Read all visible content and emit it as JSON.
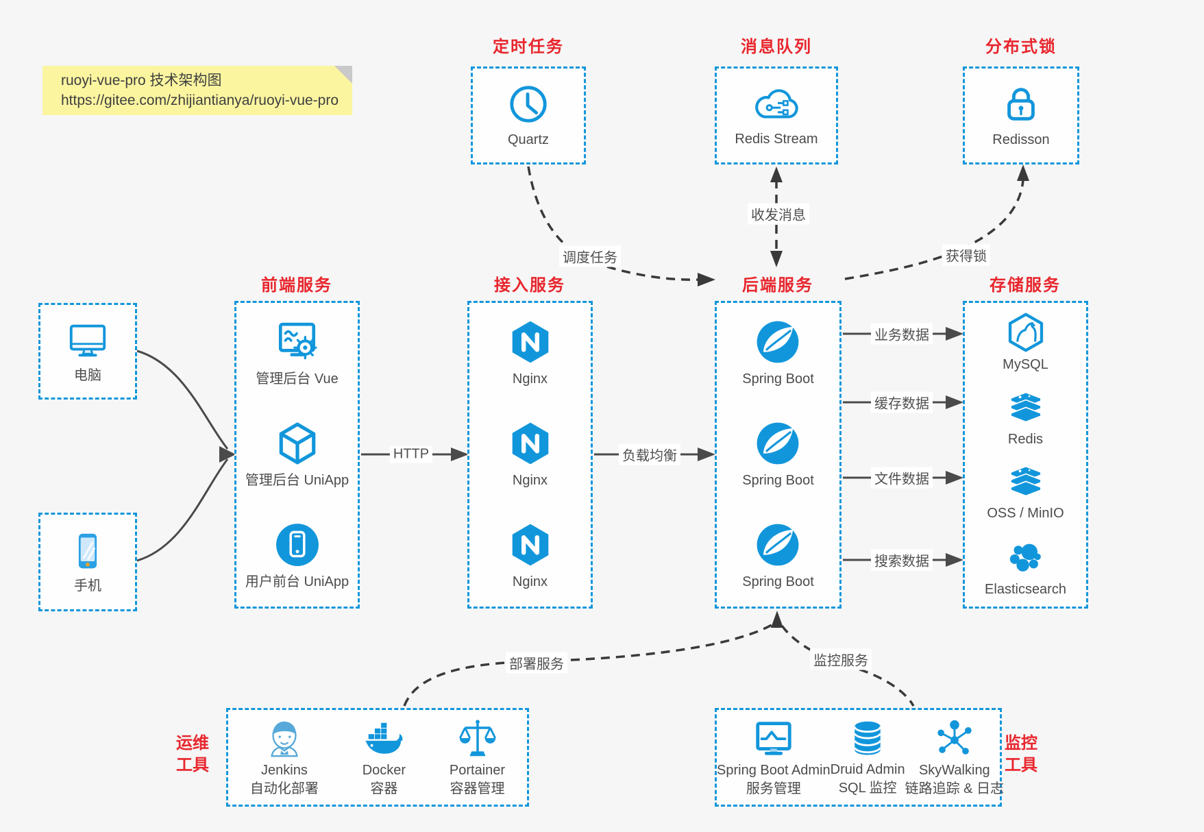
{
  "note": {
    "line1": "ruoyi-vue-pro 技术架构图",
    "line2": "https://gitee.com/zhijiantianya/ruoyi-vue-pro"
  },
  "top_services": [
    {
      "title": "定时任务",
      "icon": "clock-icon",
      "label": "Quartz"
    },
    {
      "title": "消息队列",
      "icon": "cloud-stream-icon",
      "label": "Redis Stream"
    },
    {
      "title": "分布式锁",
      "icon": "lock-icon",
      "label": "Redisson"
    }
  ],
  "clients": [
    {
      "icon": "desktop-icon",
      "label": "电脑"
    },
    {
      "icon": "mobile-icon",
      "label": "手机"
    }
  ],
  "service_columns": [
    {
      "title": "前端服务",
      "items": [
        {
          "icon": "admin-vue-icon",
          "label": "管理后台 Vue"
        },
        {
          "icon": "uniapp-cube-icon",
          "label": "管理后台 UniApp"
        },
        {
          "icon": "user-app-icon",
          "label": "用户前台 UniApp"
        }
      ]
    },
    {
      "title": "接入服务",
      "items": [
        {
          "icon": "nginx-icon",
          "label": "Nginx"
        },
        {
          "icon": "nginx-icon",
          "label": "Nginx"
        },
        {
          "icon": "nginx-icon",
          "label": "Nginx"
        }
      ]
    },
    {
      "title": "后端服务",
      "items": [
        {
          "icon": "spring-boot-icon",
          "label": "Spring Boot"
        },
        {
          "icon": "spring-boot-icon",
          "label": "Spring Boot"
        },
        {
          "icon": "spring-boot-icon",
          "label": "Spring Boot"
        }
      ]
    },
    {
      "title": "存储服务",
      "items": [
        {
          "icon": "mysql-icon",
          "label": "MySQL"
        },
        {
          "icon": "redis-icon",
          "label": "Redis"
        },
        {
          "icon": "oss-minio-icon",
          "label": "OSS / MinIO"
        },
        {
          "icon": "elasticsearch-icon",
          "label": "Elasticsearch"
        }
      ]
    }
  ],
  "edge_labels": {
    "http": "HTTP",
    "load_balance": "负载均衡",
    "business_data": "业务数据",
    "cache_data": "缓存数据",
    "file_data": "文件数据",
    "search_data": "搜索数据",
    "schedule_task": "调度任务",
    "message": "收发消息",
    "acquire_lock": "获得锁",
    "deploy": "部署服务",
    "monitor": "监控服务"
  },
  "tool_boxes": [
    {
      "side_label_line1": "运维",
      "side_label_line2": "工具",
      "items": [
        {
          "icon": "jenkins-icon",
          "label": "Jenkins",
          "sublabel": "自动化部署"
        },
        {
          "icon": "docker-icon",
          "label": "Docker",
          "sublabel": "容器"
        },
        {
          "icon": "portainer-icon",
          "label": "Portainer",
          "sublabel": "容器管理"
        }
      ]
    },
    {
      "side_label_line1": "监控",
      "side_label_line2": "工具",
      "items": [
        {
          "icon": "spring-boot-admin-icon",
          "label": "Spring Boot Admin",
          "sublabel": "服务管理"
        },
        {
          "icon": "druid-icon",
          "label": "Druid Admin",
          "sublabel": "SQL 监控"
        },
        {
          "icon": "skywalking-icon",
          "label": "SkyWalking",
          "sublabel": "链路追踪 & 日志"
        }
      ]
    }
  ],
  "colors": {
    "accent_blue": "#1296db",
    "title_red": "#e8262d",
    "arrow_gray": "#4a4a4a",
    "dashed_arrow": "#3a3a3a",
    "note_bg": "#fbf5a0",
    "canvas_bg": "#f6f6f6"
  }
}
